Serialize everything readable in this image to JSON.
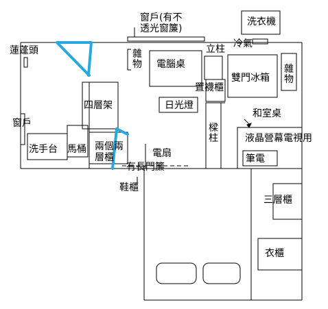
{
  "colors": {
    "line": "#000000",
    "arrow": "#29a8e0",
    "background": "#ffffff"
  },
  "labels": {
    "window_top": "窗戶(有不",
    "window_top_2": "透光窗簾)",
    "washing_machine": "洗衣機",
    "shower_head": "蓮蓬頭",
    "air_conditioner": "冷氣",
    "pillar_standing": "立柱",
    "misc_left": "雜物",
    "computer_desk": "電腦桌",
    "misc_right": "雜物",
    "double_fridge": "雙門冰箱",
    "sock_cabinet": "置襪櫃",
    "four_shelf": "四層架",
    "fluorescent_light": "日光燈",
    "washroom_side_window": "窗戶",
    "japanese_table": "和室桌",
    "beam_pillar": "樑柱",
    "lcd_tv": "液晶營幕電視用",
    "wash_basin": "洗手台",
    "toilet": "馬桶",
    "two_cabinets": "兩個兩層櫃",
    "door_curtain": "有長門簾",
    "electric_fan": "電扇",
    "laptop": "筆電",
    "shoe_cabinet": "鞋櫃",
    "three_shelf": "三層櫃",
    "wardrobe": "衣櫃"
  }
}
